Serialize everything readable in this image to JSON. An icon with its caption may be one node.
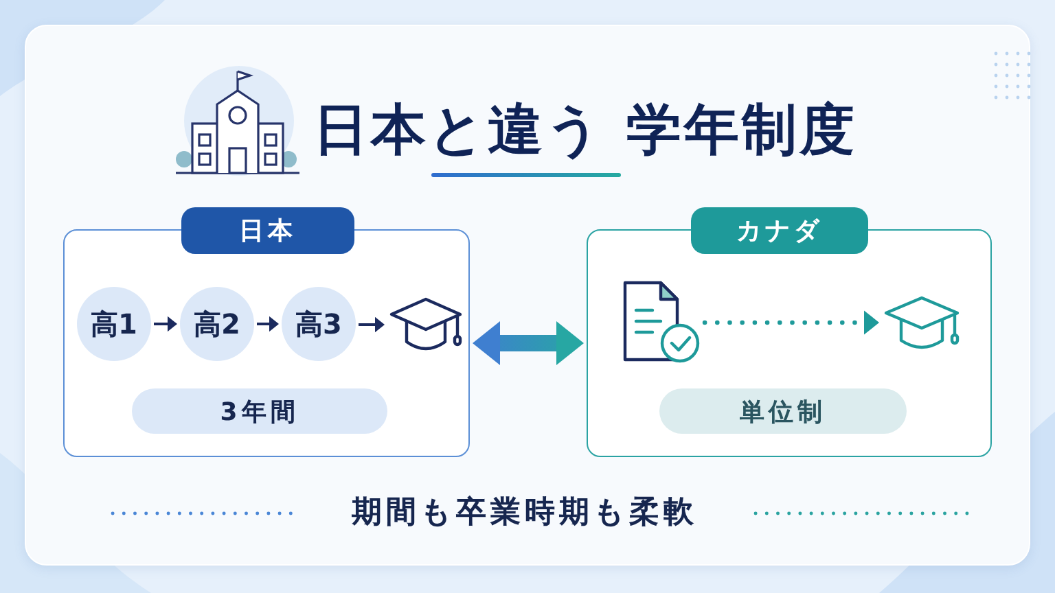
{
  "diagram": {
    "title": "日本と違う 学年制度",
    "caption": "期間も卒業時期も柔軟",
    "nodes": [
      {
        "text": [
          "日本"
        ]
      },
      {
        "text": [
          "高1"
        ],
        "in": 0
      },
      {
        "text": [
          "高2"
        ],
        "in": 0
      },
      {
        "text": [
          "高3"
        ],
        "in": 0
      },
      {
        "text": [],
        "shape": "picture",
        "in": 0
      },
      {
        "text": [
          "3年間"
        ],
        "in": 0
      },
      {
        "text": [
          "カナダ"
        ]
      },
      {
        "text": [],
        "shape": "picture",
        "in": 6
      },
      {
        "text": [],
        "shape": "picture",
        "in": 6
      },
      {
        "text": [
          "単位制"
        ],
        "in": 6
      }
    ],
    "edges": [
      {
        "from": 1,
        "to": 2,
        "arrow": "to"
      },
      {
        "from": 2,
        "to": 3,
        "arrow": "to"
      },
      {
        "from": 3,
        "to": 4,
        "arrow": "to"
      },
      {
        "from": 0,
        "to": 6,
        "arrow": "both",
        "style": "thick"
      },
      {
        "from": 7,
        "to": 8,
        "arrow": "to",
        "style": "dashed",
        "color": "#1e9a9a"
      }
    ]
  }
}
